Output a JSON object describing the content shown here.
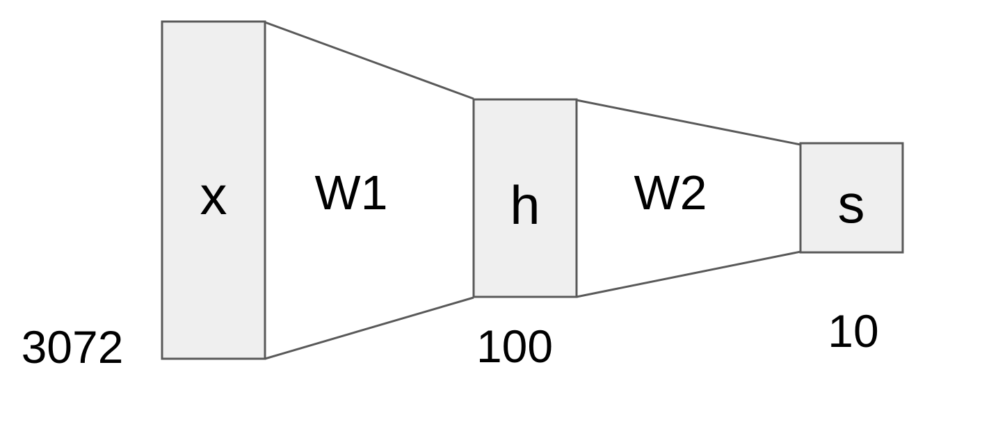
{
  "diagram": {
    "layers": [
      {
        "id": "input",
        "symbol": "x",
        "size": "3072"
      },
      {
        "id": "hidden",
        "symbol": "h",
        "size": "100"
      },
      {
        "id": "output",
        "symbol": "s",
        "size": "10"
      }
    ],
    "weights": [
      {
        "label": "W1"
      },
      {
        "label": "W2"
      }
    ]
  },
  "colors": {
    "box_fill": "#efefef",
    "stroke": "#595959",
    "text": "#000000"
  }
}
